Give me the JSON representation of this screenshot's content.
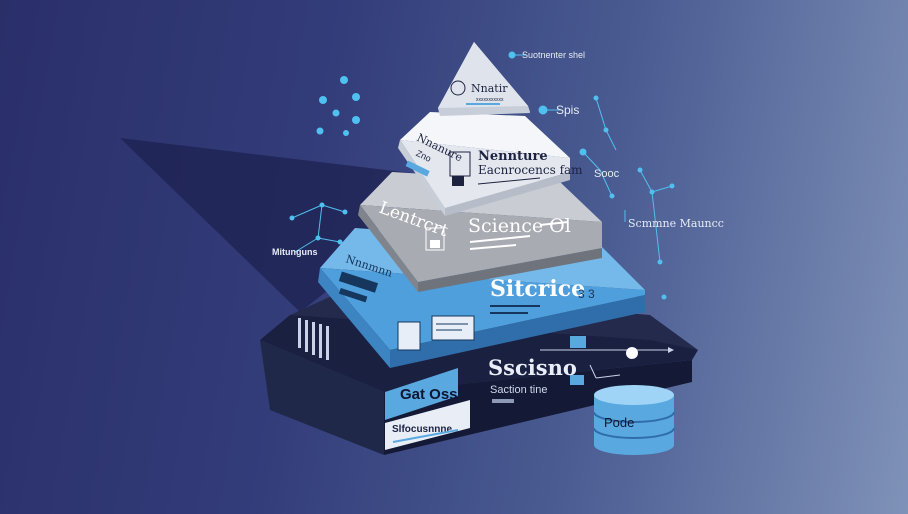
{
  "apex": {
    "title": "Nnatir",
    "sub": "xxxxxxxxxxx"
  },
  "tier2": {
    "side": "Nnanure",
    "side_small": "Zno",
    "title": "Nennture",
    "subtitle": "Eacnrocencs fam"
  },
  "tier3": {
    "side": "Lentrcrt",
    "title": "Science Ol"
  },
  "tier4": {
    "side": "Nnnmnn",
    "title": "Sitcrice",
    "num": "3 3"
  },
  "tier5": {
    "title": "Sscisno",
    "subtitle": "Saction tine",
    "label_box": "Gat Oss",
    "label_box2": "Slfocusnnne"
  },
  "callouts": {
    "top_right": "Suotnenter shel",
    "right1": "Spis",
    "right2": "Sooc",
    "right3": "Scmmne Mauncc",
    "left": "Mitunguns"
  },
  "database": {
    "label": "Pode"
  },
  "colors": {
    "white_tier": "#f2f4f7",
    "grey_tier": "#9a9ea6",
    "blue_tier": "#5aa8e0",
    "dark_tier": "#1c2240",
    "accent": "#4fc0ef"
  }
}
